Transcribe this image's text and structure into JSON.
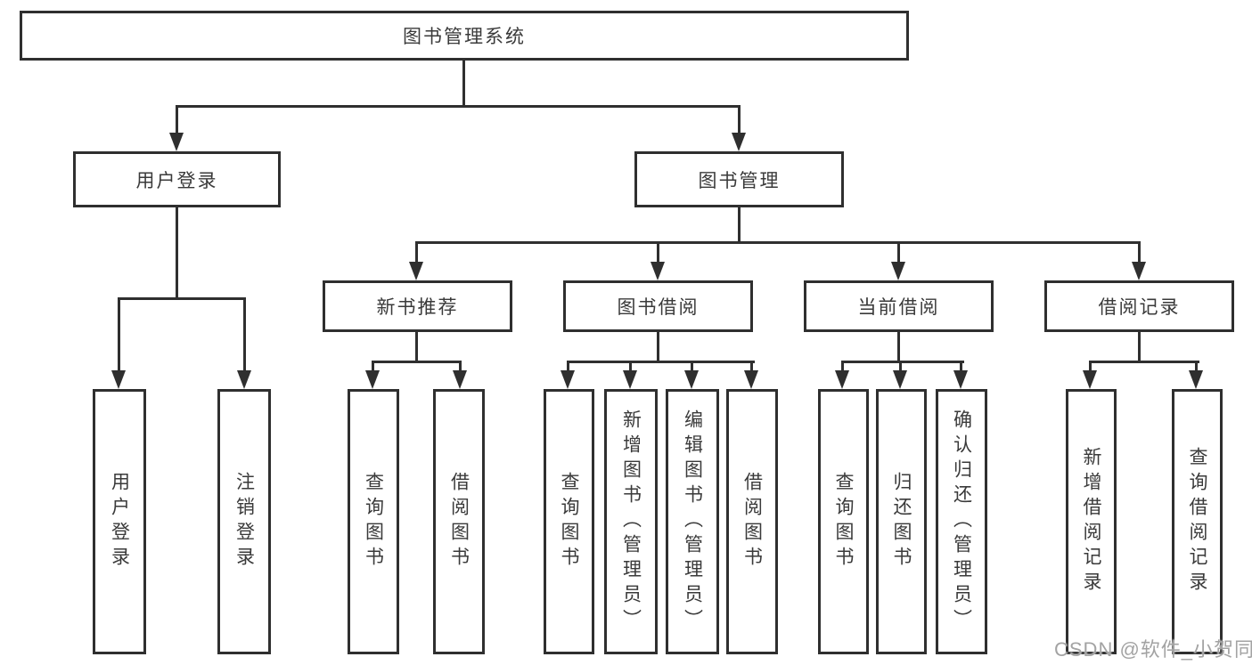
{
  "diagram": {
    "root": {
      "label": "图书管理系统"
    },
    "level2": [
      {
        "label": "用户登录"
      },
      {
        "label": "图书管理"
      }
    ],
    "level3": [
      {
        "label": "新书推荐"
      },
      {
        "label": "图书借阅"
      },
      {
        "label": "当前借阅"
      },
      {
        "label": "借阅记录"
      }
    ],
    "leaves": {
      "login": [
        "用户登录",
        "注销登录"
      ],
      "recommend": [
        "查询图书",
        "借阅图书"
      ],
      "borrow": [
        "查询图书",
        "新增图书（管理员）",
        "编辑图书（管理员）",
        "借阅图书"
      ],
      "current": [
        "查询图书",
        "归还图书",
        "确认归还（管理员）"
      ],
      "records": [
        "新增借阅记录",
        "查询借阅记录"
      ]
    }
  },
  "watermark": "CSDN @软件_小贺同学",
  "colors": {
    "line": "#2f2f2f",
    "text": "#3a3a3a",
    "watermark": "#a3a3a3"
  }
}
